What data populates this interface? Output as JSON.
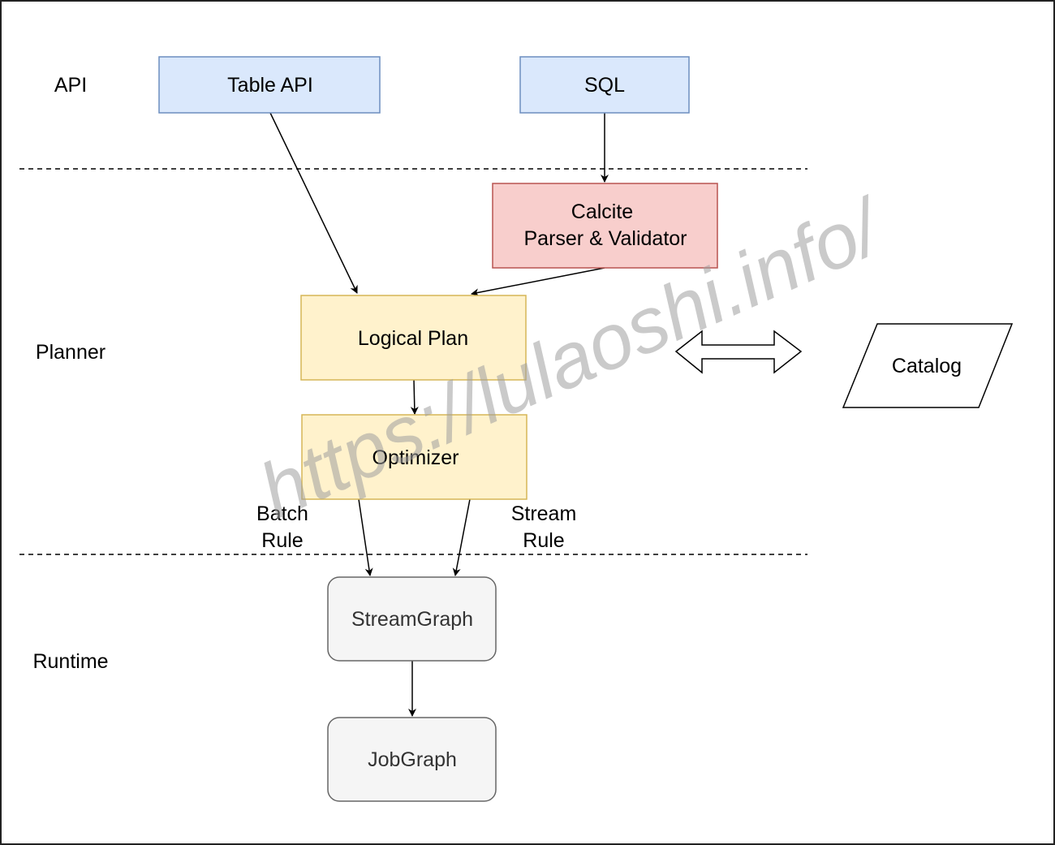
{
  "layers": {
    "api": "API",
    "planner": "Planner",
    "runtime": "Runtime"
  },
  "nodes": {
    "table_api": "Table API",
    "sql": "SQL",
    "calcite_line1": "Calcite",
    "calcite_line2": "Parser & Validator",
    "logical_plan": "Logical Plan",
    "optimizer": "Optimizer",
    "catalog": "Catalog",
    "stream_graph": "StreamGraph",
    "job_graph": "JobGraph"
  },
  "edge_labels": {
    "batch_line1": "Batch",
    "batch_line2": "Rule",
    "stream_line1": "Stream",
    "stream_line2": "Rule"
  },
  "watermark": "https://lulaoshi.info/",
  "colors": {
    "api_fill": "#dae8fc",
    "api_stroke": "#6c8ebf",
    "calcite_fill": "#f8cecc",
    "calcite_stroke": "#b85450",
    "planner_fill": "#fff2cc",
    "planner_stroke": "#d6b656",
    "runtime_fill": "#f5f5f5",
    "runtime_stroke": "#666666"
  }
}
